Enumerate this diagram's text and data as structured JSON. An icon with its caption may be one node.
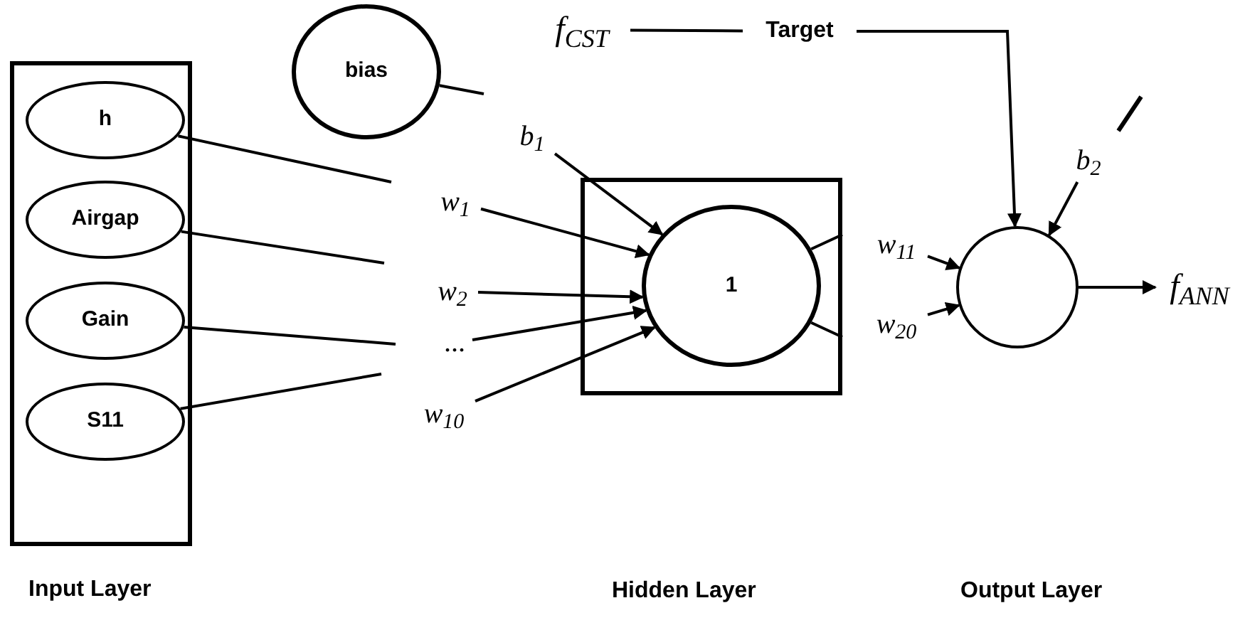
{
  "diagram": {
    "nodes": [
      {
        "text": [],
        "shape": "box"
      },
      {
        "text": [
          "h"
        ],
        "in": 0
      },
      {
        "text": [
          "Airgap"
        ],
        "in": 0
      },
      {
        "text": [
          "Gain"
        ],
        "in": 0
      },
      {
        "text": [
          "S11"
        ],
        "in": 0
      },
      {
        "text": [
          "bias"
        ]
      },
      {
        "text": [],
        "shape": "box"
      },
      {
        "text": [
          "1"
        ],
        "in": 6
      },
      {
        "text": [],
        "shape": "circle"
      },
      {
        "text": [
          "f$_{CST}$"
        ]
      },
      {
        "text": [
          "Target"
        ]
      },
      {
        "text": [
          "f$_{ANN}$"
        ]
      },
      {
        "text": [
          "b$_{1}$"
        ]
      },
      {
        "text": [
          "w$_{1}$"
        ]
      },
      {
        "text": [
          "w$_{2}$"
        ]
      },
      {
        "text": [
          "..."
        ]
      },
      {
        "text": [
          "w$_{10}$"
        ]
      },
      {
        "text": [
          "w$_{11}$"
        ]
      },
      {
        "text": [
          "w$_{20}$"
        ]
      },
      {
        "text": [
          "b$_{2}$"
        ]
      }
    ],
    "edges": [
      {
        "from": 9,
        "to": 10,
        "arrow": "none"
      },
      {
        "from": 10,
        "to": 8,
        "arrow": "to"
      },
      {
        "from": 5,
        "to": null,
        "arrow": "none"
      },
      {
        "from": 12,
        "to": 7,
        "arrow": "to"
      },
      {
        "from": 1,
        "to": null,
        "arrow": "none"
      },
      {
        "from": 13,
        "to": 7,
        "arrow": "to"
      },
      {
        "from": 2,
        "to": null,
        "arrow": "none"
      },
      {
        "from": 14,
        "to": 7,
        "arrow": "to"
      },
      {
        "from": 3,
        "to": null,
        "arrow": "none"
      },
      {
        "from": 15,
        "to": 7,
        "arrow": "to"
      },
      {
        "from": 4,
        "to": null,
        "arrow": "none"
      },
      {
        "from": 16,
        "to": 7,
        "arrow": "to"
      },
      {
        "from": 7,
        "to": 6,
        "arrow": "none"
      },
      {
        "from": 17,
        "to": 8,
        "arrow": "to"
      },
      {
        "from": 7,
        "to": 6,
        "arrow": "none"
      },
      {
        "from": 18,
        "to": 8,
        "arrow": "to"
      },
      {
        "from": 19,
        "to": 8,
        "arrow": "to"
      },
      {
        "from": 8,
        "to": 11,
        "arrow": "to"
      }
    ],
    "labels": [
      "Input Layer",
      "Hidden Layer",
      "Output Layer"
    ]
  }
}
